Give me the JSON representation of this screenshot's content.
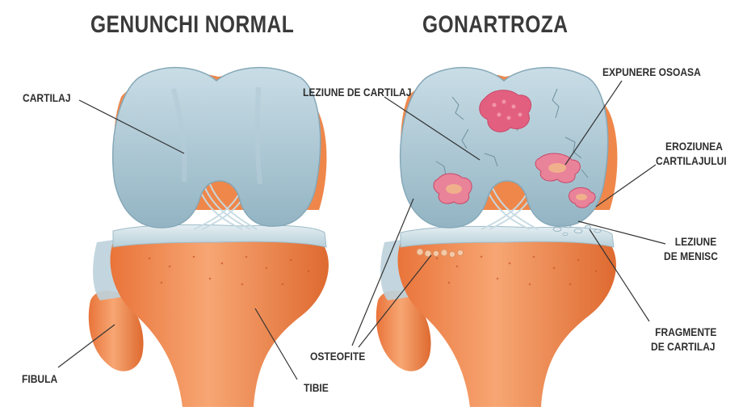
{
  "titles": {
    "left": "GENUNCHI NORMAL",
    "right": "GONARTROZA"
  },
  "labels": {
    "cartilaj": "CARTILAJ",
    "fibula": "FIBULA",
    "tibie": "TIBIE",
    "osteofite": "OSTEOFITE",
    "leziune_cartilaj": "LEZIUNE DE CARTILAJ",
    "expunere_osoasa": "EXPUNERE OSOASA",
    "eroziunea_line1": "EROZIUNEA",
    "eroziunea_line2": "CARTILAJULUI",
    "leziune_menisc_line1": "LEZIUNE",
    "leziune_menisc_line2": "DE MENISC",
    "fragmente_line1": "FRAGMENTE",
    "fragmente_line2": "DE CARTILAJ"
  },
  "colors": {
    "bone": "#f08a4b",
    "bone_dark": "#d9652c",
    "cartilage": "#a9c6d3",
    "cartilage_dark": "#7fa3b4",
    "menisc": "#cfe0e7",
    "lesion": "#e56a86",
    "leader": "#333333"
  }
}
